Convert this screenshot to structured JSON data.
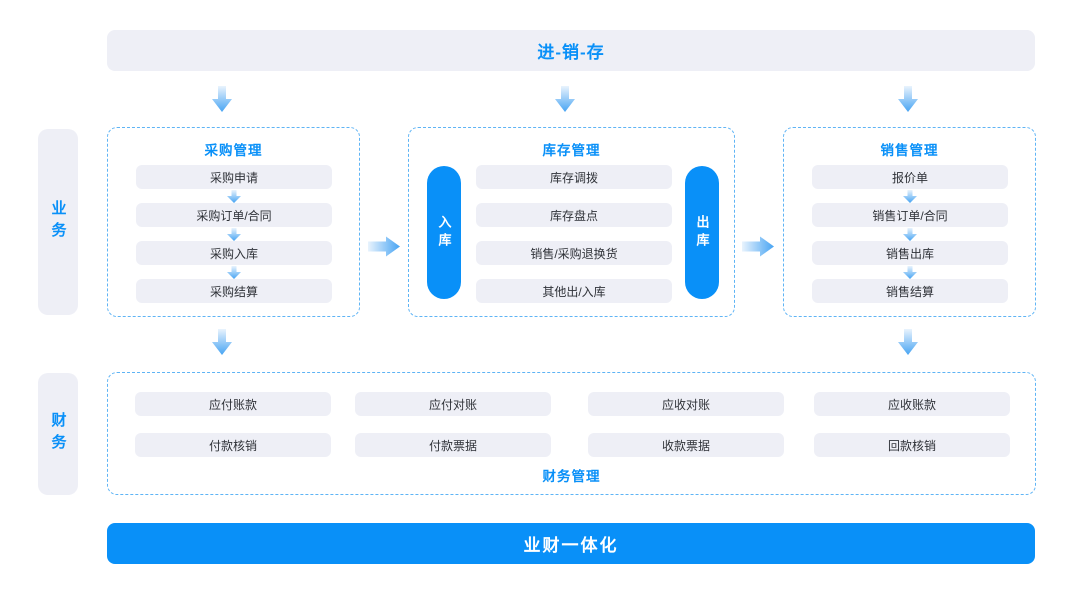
{
  "header": {
    "title": "进-销-存"
  },
  "rails": {
    "business": "业务",
    "finance": "财务"
  },
  "boxes": {
    "procurement": {
      "title": "采购管理",
      "items": [
        "采购申请",
        "采购订单/合同",
        "采购入库",
        "采购结算"
      ]
    },
    "inventory": {
      "title": "库存管理",
      "inbound_label": "入库",
      "outbound_label": "出库",
      "items": [
        "库存调拨",
        "库存盘点",
        "销售/采购退换货",
        "其他出/入库"
      ]
    },
    "sales": {
      "title": "销售管理",
      "items": [
        "报价单",
        "销售订单/合同",
        "销售出库",
        "销售结算"
      ]
    }
  },
  "finance_box": {
    "title": "财务管理",
    "items": [
      "应付账款",
      "应付对账",
      "应收对账",
      "应收账款",
      "付款核销",
      "付款票据",
      "收款票据",
      "回款核销"
    ]
  },
  "footer": {
    "title": "业财一体化"
  },
  "colors": {
    "accent_blue": "#0990F8",
    "panel_bg": "#EEEFF6",
    "dashed_border": "#5FB4F5",
    "text_dark": "#2F3238",
    "arrow_light": "#E9F3FD",
    "arrow_blue": "#47A4F3"
  }
}
